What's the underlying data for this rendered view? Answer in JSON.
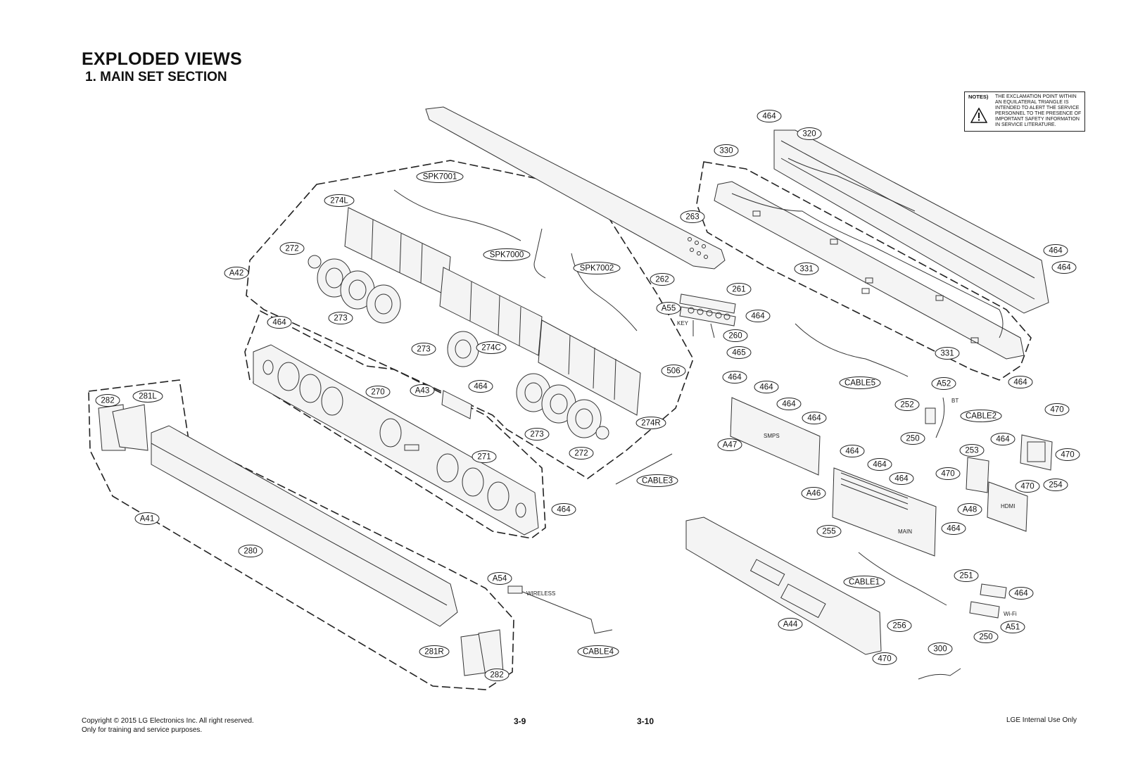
{
  "header": {
    "title": "EXPLODED VIEWS",
    "subtitle": "1. MAIN SET SECTION"
  },
  "notes": {
    "label": "NOTES)",
    "text": "THE EXCLAMATION POINT WITHIN AN EQUILATERAL TRIANGLE IS INTENDED TO ALERT THE SERVICE PERSONNEL TO THE PRESENCE OF IMPORTANT SAFETY INFORMATION IN SERVICE LITERATURE."
  },
  "diagram": {
    "labels": [
      {
        "id": "464_top",
        "text": "464"
      },
      {
        "id": "320",
        "text": "320"
      },
      {
        "id": "330",
        "text": "330"
      },
      {
        "id": "SPK7001",
        "text": "SPK7001"
      },
      {
        "id": "274L",
        "text": "274L"
      },
      {
        "id": "263",
        "text": "263"
      },
      {
        "id": "272_top",
        "text": "272"
      },
      {
        "id": "A42",
        "text": "A42"
      },
      {
        "id": "SPK7000",
        "text": "SPK7000"
      },
      {
        "id": "SPK7002",
        "text": "SPK7002"
      },
      {
        "id": "262",
        "text": "262"
      },
      {
        "id": "331_a",
        "text": "331"
      },
      {
        "id": "464_r1",
        "text": "464"
      },
      {
        "id": "464_r2",
        "text": "464"
      },
      {
        "id": "261",
        "text": "261"
      },
      {
        "id": "A55",
        "text": "A55"
      },
      {
        "id": "464_k",
        "text": "464"
      },
      {
        "id": "273_a",
        "text": "273"
      },
      {
        "id": "464_f",
        "text": "464"
      },
      {
        "id": "260",
        "text": "260"
      },
      {
        "id": "273_b",
        "text": "273"
      },
      {
        "id": "274C",
        "text": "274C"
      },
      {
        "id": "465",
        "text": "465"
      },
      {
        "id": "331_b",
        "text": "331"
      },
      {
        "id": "506",
        "text": "506"
      },
      {
        "id": "464_s1",
        "text": "464"
      },
      {
        "id": "CABLE5",
        "text": "CABLE5"
      },
      {
        "id": "A52",
        "text": "A52"
      },
      {
        "id": "464_s2",
        "text": "464"
      },
      {
        "id": "464_s3",
        "text": "464"
      },
      {
        "id": "464_s4",
        "text": "464"
      },
      {
        "id": "282_l",
        "text": "282"
      },
      {
        "id": "281L",
        "text": "281L"
      },
      {
        "id": "270",
        "text": "270"
      },
      {
        "id": "A43",
        "text": "A43"
      },
      {
        "id": "464_a43",
        "text": "464"
      },
      {
        "id": "464_s5",
        "text": "464"
      },
      {
        "id": "252",
        "text": "252"
      },
      {
        "id": "CABLE2",
        "text": "CABLE2"
      },
      {
        "id": "470_a",
        "text": "470"
      },
      {
        "id": "273_c",
        "text": "273"
      },
      {
        "id": "274R",
        "text": "274R"
      },
      {
        "id": "250_a",
        "text": "250"
      },
      {
        "id": "A47",
        "text": "A47"
      },
      {
        "id": "464_m",
        "text": "464"
      },
      {
        "id": "253",
        "text": "253"
      },
      {
        "id": "470_b",
        "text": "470"
      },
      {
        "id": "271",
        "text": "271"
      },
      {
        "id": "272_b",
        "text": "272"
      },
      {
        "id": "464_n1",
        "text": "464"
      },
      {
        "id": "464_n2",
        "text": "464"
      },
      {
        "id": "470_c",
        "text": "470"
      },
      {
        "id": "254",
        "text": "254"
      },
      {
        "id": "CABLE3",
        "text": "CABLE3"
      },
      {
        "id": "A46",
        "text": "A46"
      },
      {
        "id": "464_n3",
        "text": "464"
      },
      {
        "id": "470_d",
        "text": "470"
      },
      {
        "id": "A48",
        "text": "A48"
      },
      {
        "id": "464_bar",
        "text": "464"
      },
      {
        "id": "A41",
        "text": "A41"
      },
      {
        "id": "255",
        "text": "255"
      },
      {
        "id": "464_n4",
        "text": "464"
      },
      {
        "id": "280",
        "text": "280"
      },
      {
        "id": "CABLE1",
        "text": "CABLE1"
      },
      {
        "id": "A54",
        "text": "A54"
      },
      {
        "id": "251",
        "text": "251"
      },
      {
        "id": "464_w",
        "text": "464"
      },
      {
        "id": "A44",
        "text": "A44"
      },
      {
        "id": "256",
        "text": "256"
      },
      {
        "id": "A51",
        "text": "A51"
      },
      {
        "id": "250_b",
        "text": "250"
      },
      {
        "id": "300",
        "text": "300"
      },
      {
        "id": "CABLE4",
        "text": "CABLE4"
      },
      {
        "id": "281R",
        "text": "281R"
      },
      {
        "id": "282_r",
        "text": "282"
      },
      {
        "id": "470_e",
        "text": "470"
      }
    ],
    "part_text": {
      "key": "KEY",
      "smps": "SMPS",
      "main": "MAIN",
      "hdmi": "HDMI",
      "bt": "BT",
      "wireless": "WIRELESS",
      "wifi": "Wi-Fi"
    }
  },
  "footer": {
    "copyright_line1": "Copyright © 2015 LG Electronics Inc. All right reserved.",
    "copyright_line2": "Only for training and service purposes.",
    "page_left": "3-9",
    "page_right": "3-10",
    "internal": "LGE Internal Use Only"
  }
}
